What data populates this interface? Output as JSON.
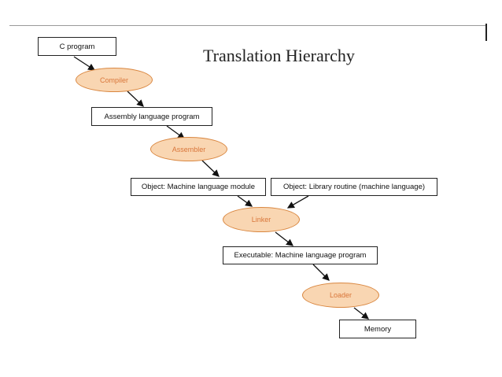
{
  "title": "Translation Hierarchy",
  "nodes": {
    "c_program": "C program",
    "compiler": "Compiler",
    "assembly": "Assembly language program",
    "assembler": "Assembler",
    "object_module": "Object: Machine language module",
    "object_library": "Object: Library routine (machine language)",
    "linker": "Linker",
    "executable": "Executable: Machine language program",
    "loader": "Loader",
    "memory": "Memory"
  },
  "colors": {
    "stage_fill": "#f9d6b2",
    "stage_border": "#d9863f",
    "stage_text": "#d9763a",
    "box_border": "#222222"
  }
}
